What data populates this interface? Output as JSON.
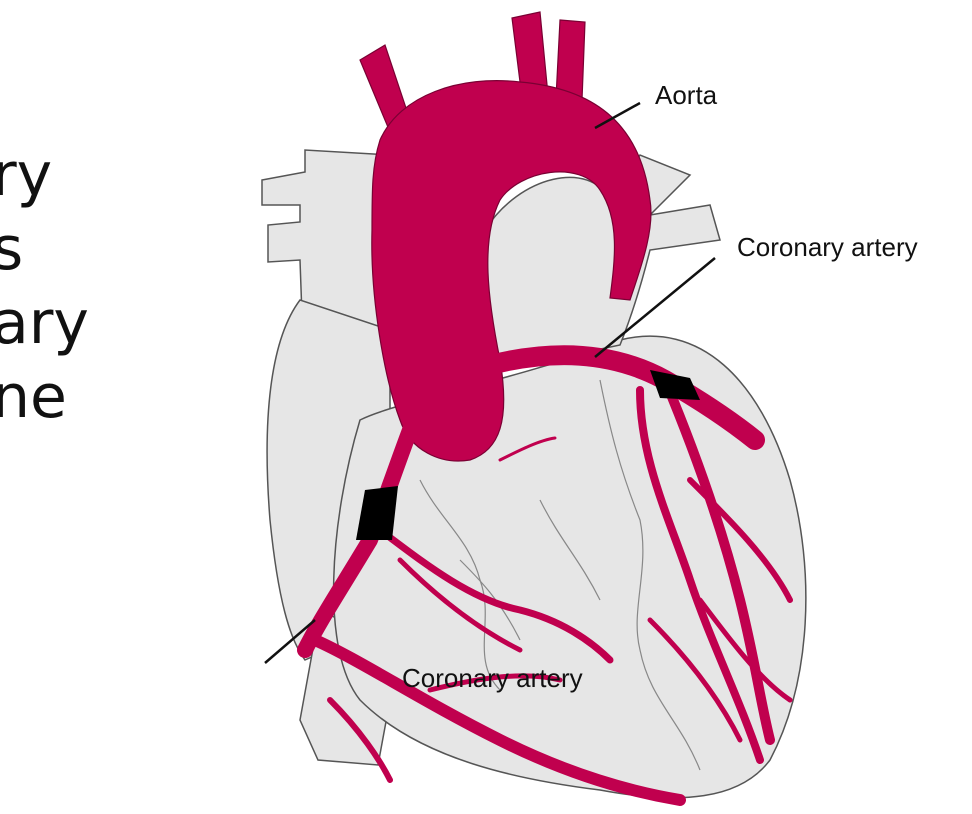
{
  "slide": {
    "fragments": [
      "ry",
      "s",
      "ary",
      "ne"
    ]
  },
  "labels": {
    "aorta": "Aorta",
    "coronary_right": "Coronary artery",
    "coronary_left": "Coronary artery"
  },
  "colors": {
    "artery": "#c0004e",
    "heart_tissue": "#e6e6e6",
    "outline": "#555555",
    "blockage": "#000000",
    "leader_line": "#111111"
  }
}
